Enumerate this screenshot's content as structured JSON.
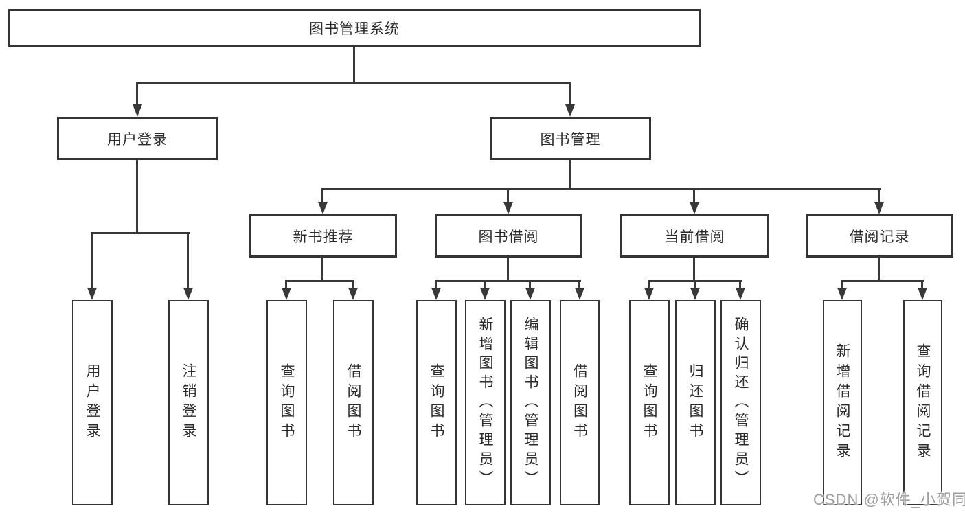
{
  "tree": {
    "root": "图书管理系统",
    "branches": [
      {
        "label": "用户登录",
        "leaves": [
          "用户登录",
          "注销登录"
        ]
      },
      {
        "label": "图书管理",
        "groups": [
          {
            "label": "新书推荐",
            "leaves": [
              "查询图书",
              "借阅图书"
            ]
          },
          {
            "label": "图书借阅",
            "leaves": [
              "查询图书",
              "新增图书（管理员）",
              "编辑图书（管理员）",
              "借阅图书"
            ]
          },
          {
            "label": "当前借阅",
            "leaves": [
              "查询图书",
              "归还图书",
              "确认归还（管理员）"
            ]
          },
          {
            "label": "借阅记录",
            "leaves": [
              "新增借阅记录",
              "查询借阅记录"
            ]
          }
        ]
      }
    ]
  },
  "watermark": {
    "text": "CSDN @软件_小贺同学"
  },
  "colors": {
    "line": "#383838",
    "box_border": "#343434",
    "text": "#2b2b2b",
    "watermark": "#9f9f9f",
    "background": "#ffffff"
  }
}
